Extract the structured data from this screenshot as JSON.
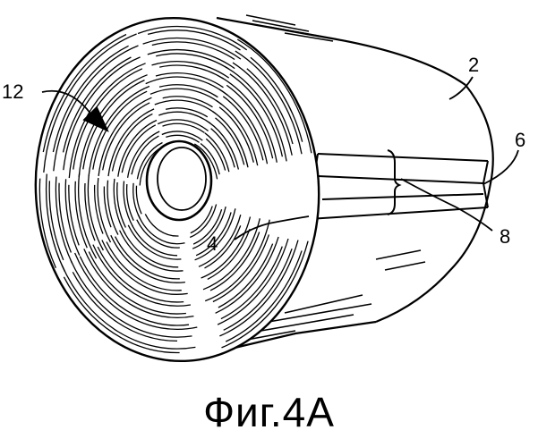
{
  "figure": {
    "caption": "Фиг.4A",
    "labels": {
      "roll": "12",
      "outer_surface": "2",
      "tab_edge": "6",
      "leading_edge": "4",
      "tape_strip": "8"
    }
  },
  "colors": {
    "ink": "#000000",
    "paper": "#ffffff"
  }
}
